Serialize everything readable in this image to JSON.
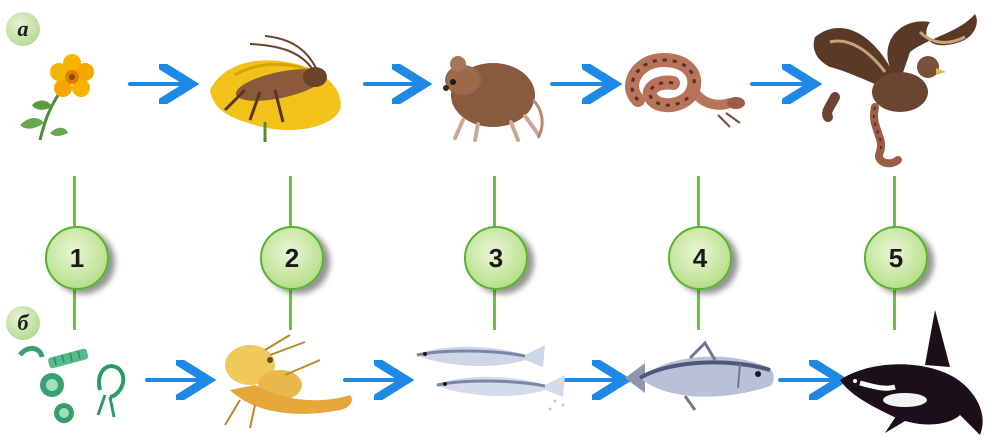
{
  "chains": {
    "a": {
      "label": "а"
    },
    "b": {
      "label": "б"
    }
  },
  "levels": [
    "1",
    "2",
    "3",
    "4",
    "5"
  ],
  "colors": {
    "arrow": "#1e88e5",
    "line": "#6cc23c",
    "badge_border": "#56b32b"
  },
  "organisms": {
    "a": [
      "flower-icon",
      "grasshopper-icon",
      "mouse-icon",
      "snake-icon",
      "eagle-icon"
    ],
    "b": [
      "phytoplankton-icon",
      "zooplankton-icon",
      "small-fish-icon",
      "tuna-icon",
      "orca-icon"
    ]
  }
}
